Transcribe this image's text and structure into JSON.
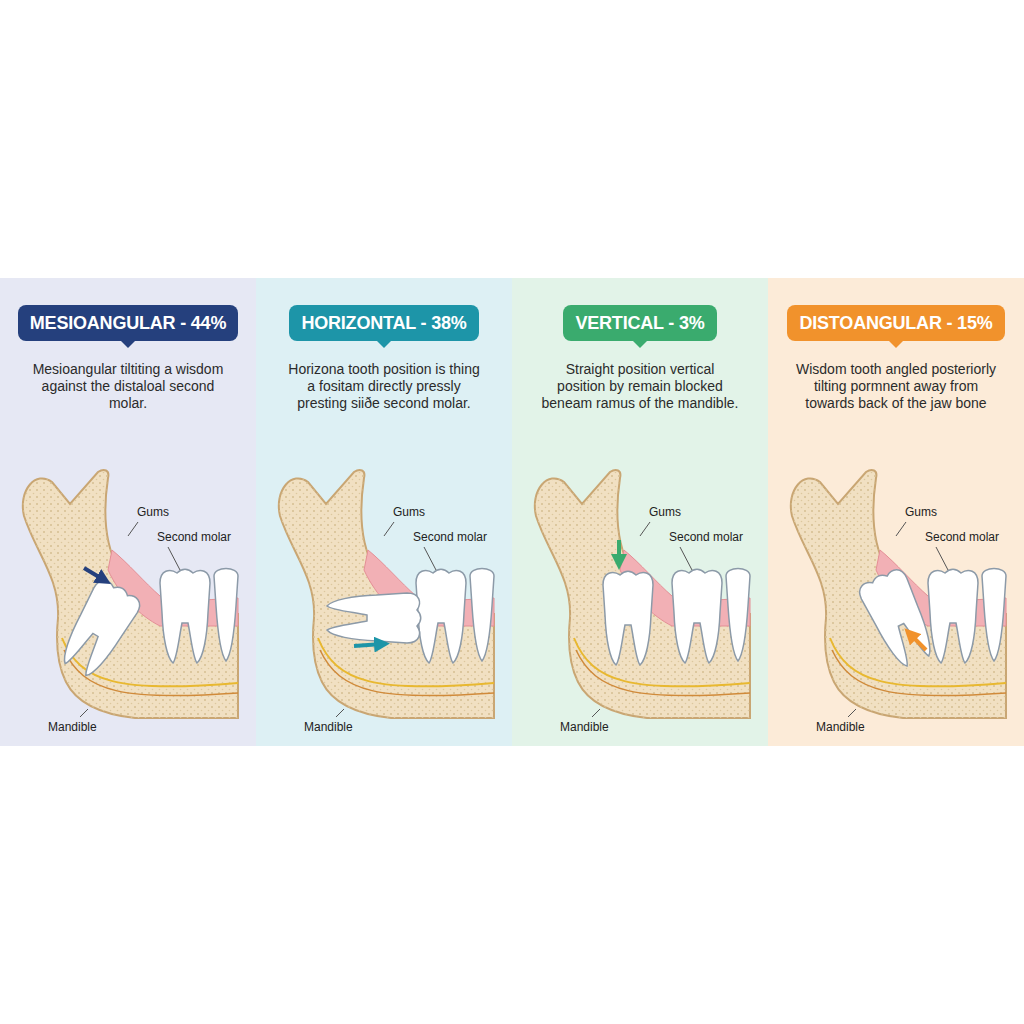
{
  "diagram": {
    "nodes": [
      {
        "text": [
          "Mesioangular tiltiting a wisdom against the distaloal second molar."
        ]
      },
      {
        "text": [
          "MESIOANGULAR - 44%"
        ],
        "in": 0
      },
      {
        "text": [
          "Horizona tooth position is thing a fositam directly pressly presting siiðe second molar."
        ]
      },
      {
        "text": [
          "HORIZONTAL - 38%"
        ],
        "in": 2
      },
      {
        "text": [
          "Straight position vertical position by remain blocked beneam ramus of the mandible."
        ]
      },
      {
        "text": [
          "VERTICAL - 3%"
        ],
        "in": 4
      },
      {
        "text": [
          "Wisdom tooth angled posteriorly tilting pormnent away from towards back of the jaw bone"
        ]
      },
      {
        "text": [
          "DISTOANGULAR - 15%"
        ],
        "in": 6
      }
    ],
    "labels": [
      "Gums",
      "Second molar",
      "Mandible",
      "Gums",
      "Second molar",
      "Mandible",
      "Gums",
      "Second molar",
      "Mandible",
      "Gums",
      "Second molar",
      "Mandible"
    ]
  }
}
